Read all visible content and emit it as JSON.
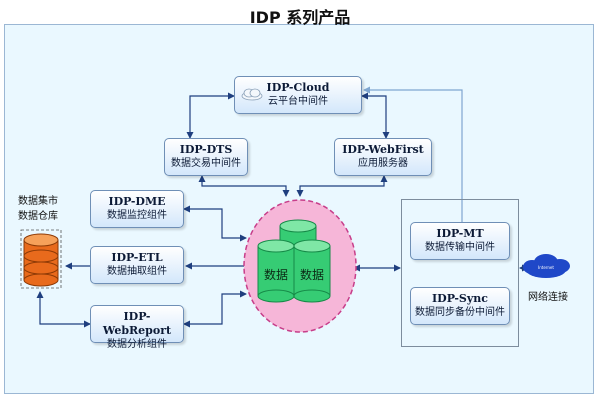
{
  "title": "IDP 系列产品",
  "nodes": {
    "cloud": {
      "title": "IDP-Cloud",
      "subtitle": "云平台中间件"
    },
    "dts": {
      "title": "IDP-DTS",
      "subtitle": "数据交易中间件"
    },
    "webfirst": {
      "title": "IDP-WebFirst",
      "subtitle": "应用服务器"
    },
    "dme": {
      "title": "IDP-DME",
      "subtitle": "数据监控组件"
    },
    "etl": {
      "title": "IDP-ETL",
      "subtitle": "数据抽取组件"
    },
    "webreport": {
      "title": "IDP-WebReport",
      "subtitle": "数据分析组件"
    },
    "mt": {
      "title": "IDP-MT",
      "subtitle": "数据传输中间件"
    },
    "sync": {
      "title": "IDP-Sync",
      "subtitle": "数据同步备份中间件"
    }
  },
  "datamart": {
    "line1": "数据集市",
    "line2": "数据仓库"
  },
  "center_db": {
    "left_label": "数据",
    "right_label": "数据"
  },
  "network": {
    "label": "网络连接",
    "cloud_text": "Internet"
  },
  "colors": {
    "arrow": "#1f3f7f",
    "cloud_link": "#7fa6d0",
    "center_fill": "#f6b6d8",
    "cylinder": "#36cc74",
    "datamart": "#e86a1c"
  }
}
